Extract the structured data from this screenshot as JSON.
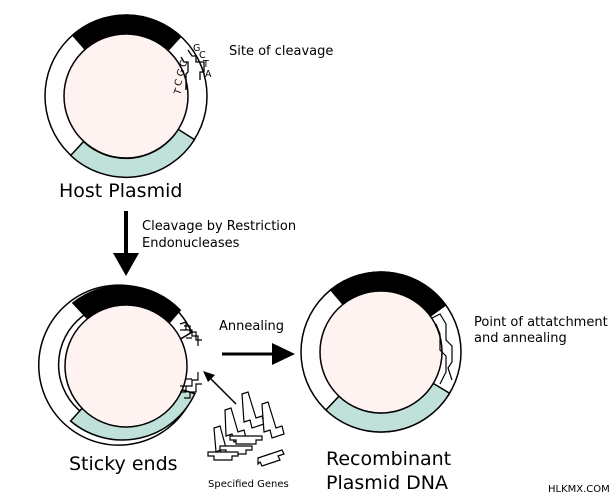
{
  "colors": {
    "background": "#ffffff",
    "ring_fill": "#ffffff",
    "inner_fill": "#fff3f1",
    "dark_segment": "#000000",
    "teal_segment": "#c0e0da",
    "stroke": "#000000"
  },
  "host": {
    "title": "Host Plasmid",
    "cleavage_label": "Site of cleavage",
    "outer_strand_letters": [
      "G",
      "C",
      "T",
      "A"
    ],
    "inner_strand_letters": [
      "T",
      "C",
      "G",
      "C"
    ]
  },
  "step_arrow": {
    "label_line1": "Cleavage by Restriction",
    "label_line2": "Endonucleases",
    "icon": "arrow-down-icon"
  },
  "sticky": {
    "title": "Sticky ends"
  },
  "annealing": {
    "label": "Annealing",
    "icon": "arrow-right-icon"
  },
  "recombinant": {
    "title_line1": "Recombinant",
    "title_line2": "Plasmid DNA",
    "attachment_line1": "Point of attatchment",
    "attachment_line2": "and annealing"
  },
  "genes": {
    "label": "Specified Genes"
  },
  "watermark": "HLKMX.COM"
}
